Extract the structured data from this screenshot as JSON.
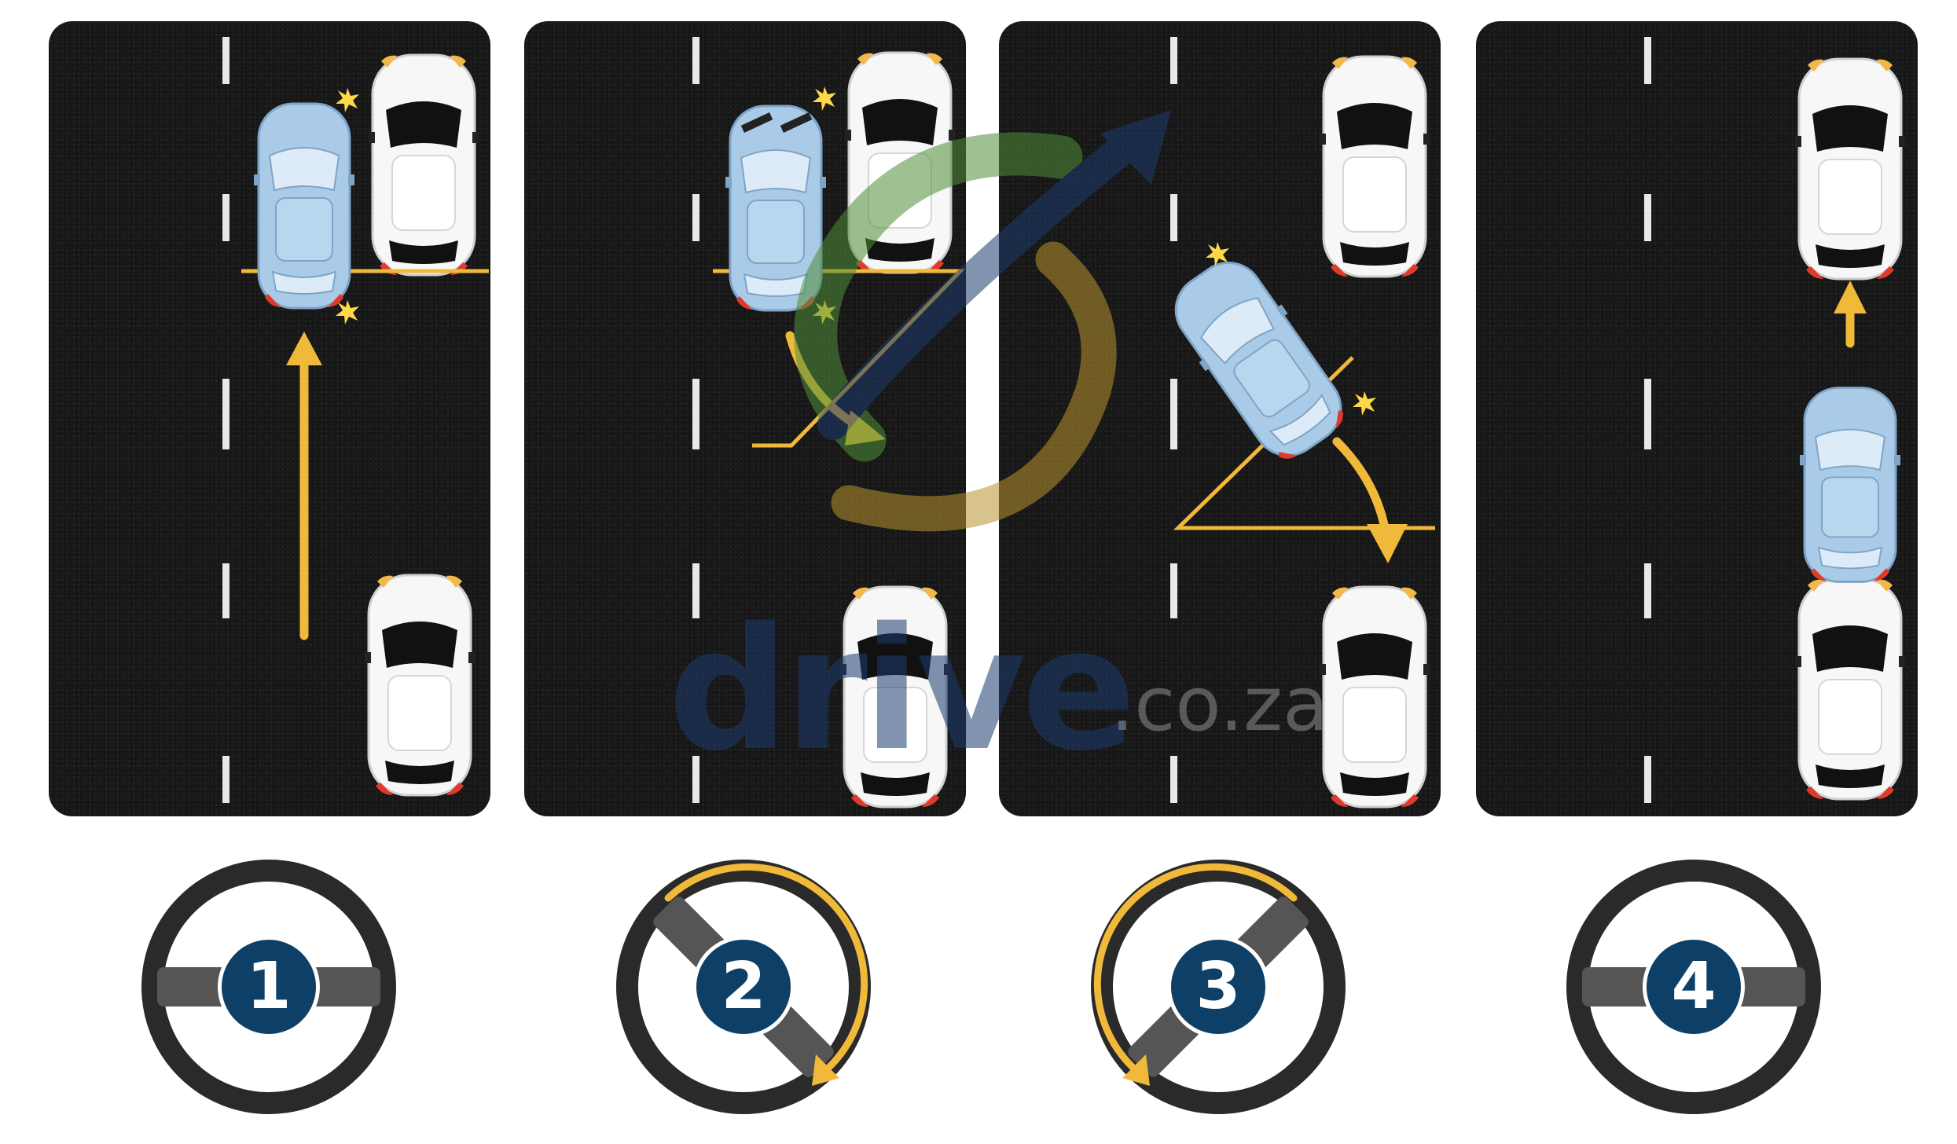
{
  "steps": [
    {
      "number": "1",
      "wheel_turn": "straight"
    },
    {
      "number": "2",
      "wheel_turn": "clockwise"
    },
    {
      "number": "3",
      "wheel_turn": "counter-clockwise"
    },
    {
      "number": "4",
      "wheel_turn": "straight"
    }
  ],
  "watermark": {
    "brand": "drive",
    "domain": ".co.za"
  },
  "colors": {
    "road": "#1a1a1a",
    "lane_marking": "#e8e8e8",
    "guide_arrow": "#f0b93a",
    "learner_car": "#a9cbe8",
    "parked_car": "#f7f7f7",
    "indicator": "#ffd84a",
    "badge": "#0e4067",
    "wheel_rim": "#2a2a2a",
    "wheel_spoke": "#555555"
  },
  "icons": [
    "car-icon",
    "steering-wheel-icon",
    "arrow-icon",
    "indicator-light-icon"
  ]
}
